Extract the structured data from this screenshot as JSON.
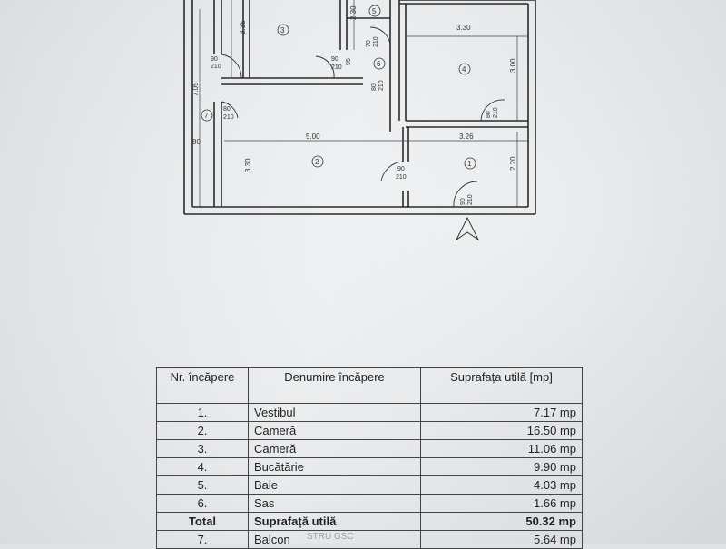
{
  "plan": {
    "dimensions": {
      "d_335": "3.35",
      "d_230": "2.30",
      "d_330_top": "3.30",
      "d_300": "3.00",
      "d_705": "7.05",
      "d_80": "80",
      "d_500": "5.00",
      "d_326": "3.26",
      "d_330_left": "3.30",
      "d_220": "2.20"
    },
    "doors": [
      {
        "w": "90",
        "h": "210"
      },
      {
        "w": "80",
        "h": "210"
      },
      {
        "w": "90",
        "h": "210"
      },
      {
        "w": "70",
        "h": "210"
      },
      {
        "w": "80",
        "h": "210"
      },
      {
        "w": "80",
        "h": "210"
      },
      {
        "w": "90",
        "h": "210"
      },
      {
        "w": "90",
        "h": "210"
      },
      {
        "w": "95",
        "h": ""
      }
    ],
    "room_numbers": [
      "1",
      "2",
      "3",
      "4",
      "5",
      "6",
      "7"
    ]
  },
  "table": {
    "headers": [
      "Nr. încăpere",
      "Denumire încăpere",
      "Suprafața utilă [mp]"
    ],
    "rows": [
      {
        "nr": "1.",
        "name": "Vestibul",
        "area": "7.17 mp"
      },
      {
        "nr": "2.",
        "name": "Cameră",
        "area": "16.50 mp"
      },
      {
        "nr": "3.",
        "name": "Cameră",
        "area": "11.06 mp"
      },
      {
        "nr": "4.",
        "name": "Bucătărie",
        "area": "9.90 mp"
      },
      {
        "nr": "5.",
        "name": "Baie",
        "area": "4.03 mp"
      },
      {
        "nr": "6.",
        "name": "Sas",
        "area": "1.66 mp"
      }
    ],
    "total": {
      "nr": "Total",
      "name": "Suprafață utilă",
      "area": "50.32 mp"
    },
    "extra": {
      "nr": "7.",
      "name": "Balcon",
      "area": "5.64 mp"
    }
  },
  "stamp_text": "STRU GSC"
}
